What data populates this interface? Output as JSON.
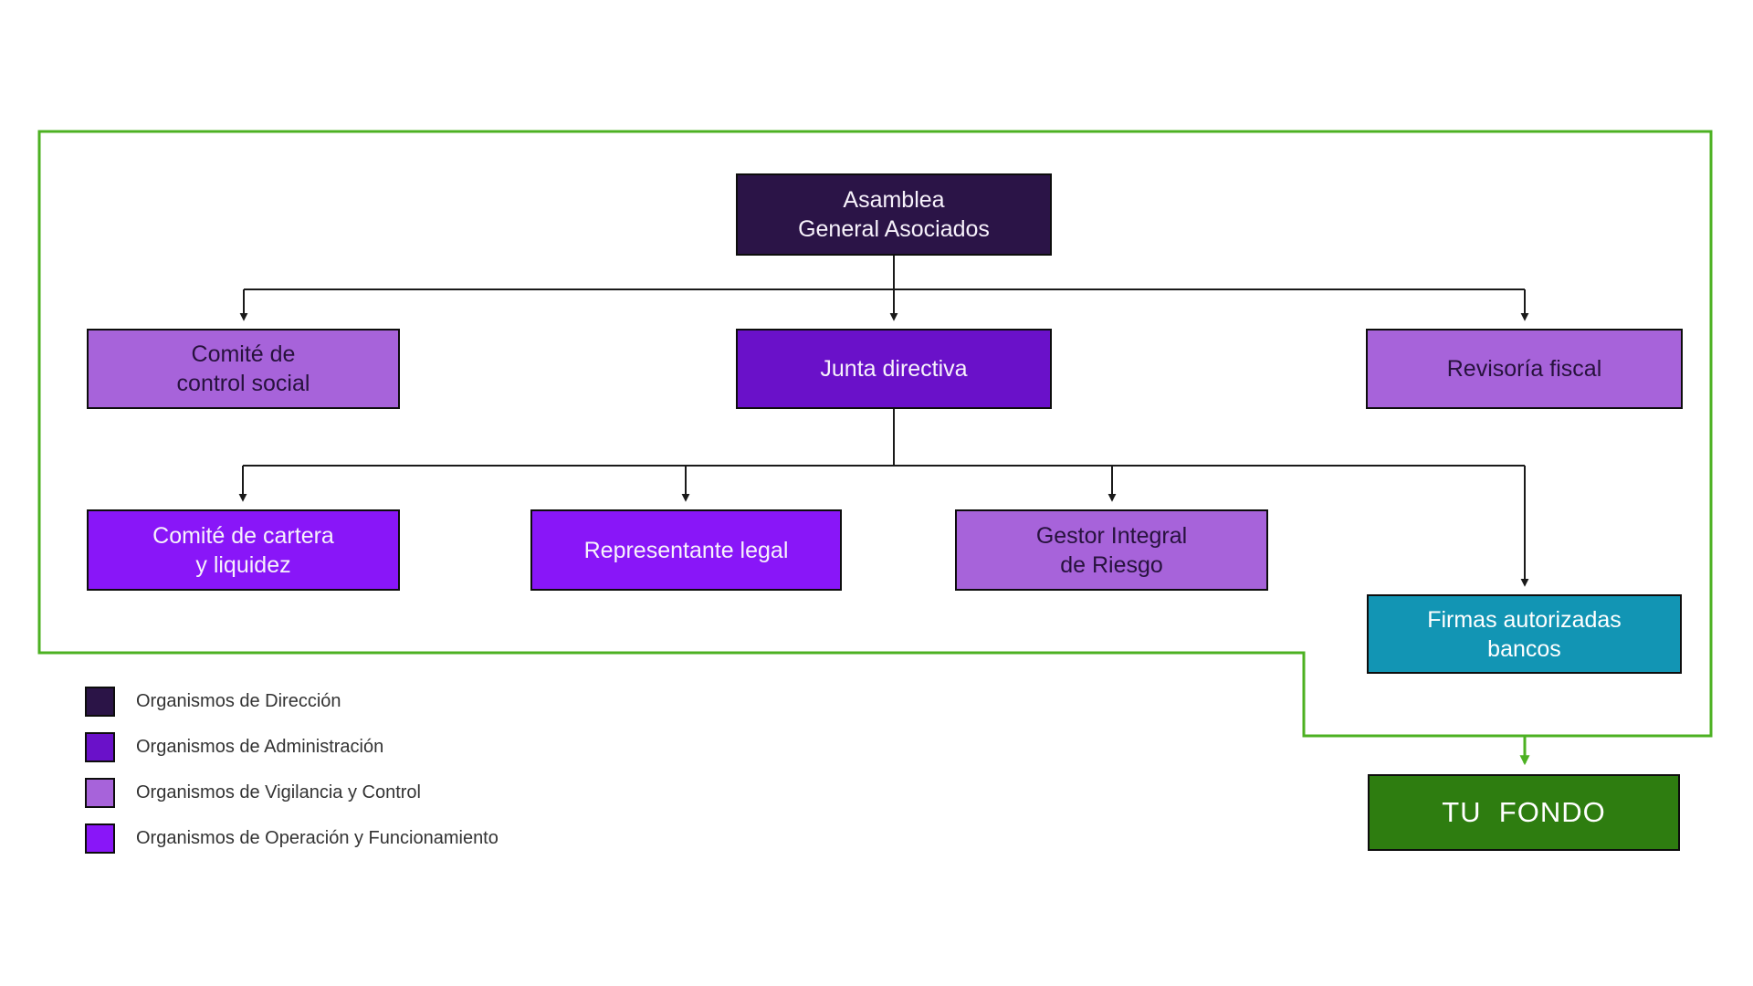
{
  "diagram": {
    "nodes": {
      "asamblea": {
        "label": "Asamblea\nGeneral Asociados",
        "category": "direccion"
      },
      "comite_control": {
        "label": "Comité de\ncontrol social",
        "category": "vigilancia"
      },
      "junta": {
        "label": "Junta directiva",
        "category": "administracion"
      },
      "revisoria": {
        "label": "Revisoría fiscal",
        "category": "vigilancia"
      },
      "comite_cartera": {
        "label": "Comité de cartera\ny liquidez",
        "category": "operacion"
      },
      "representante": {
        "label": "Representante legal",
        "category": "operacion"
      },
      "gestor": {
        "label": "Gestor Integral\nde Riesgo",
        "category": "vigilancia"
      },
      "firmas": {
        "label": "Firmas autorizadas\nbancos",
        "category": "teal"
      },
      "tu_fondo": {
        "label": "TU  FONDO",
        "category": "fondo"
      }
    }
  },
  "legend": {
    "items": [
      {
        "label": "Organismos de Dirección",
        "color_key": "direccion"
      },
      {
        "label": "Organismos de Administración",
        "color_key": "administracion"
      },
      {
        "label": "Organismos de Vigilancia y Control",
        "color_key": "vigilancia"
      },
      {
        "label": "Organismos de Operación y Funcionamiento",
        "color_key": "operacion"
      }
    ]
  },
  "colors": {
    "direccion": "#2b1447",
    "administracion": "#6a11c9",
    "vigilancia": "#a763da",
    "operacion": "#8916f8",
    "teal": "#1295b4",
    "fondo-green": "#2e7d10",
    "border-green": "#4cb122",
    "line": "#1a1a1a",
    "text-dark": "#27123d",
    "text-light": "#f7f2fb",
    "legend-text": "#333333"
  }
}
